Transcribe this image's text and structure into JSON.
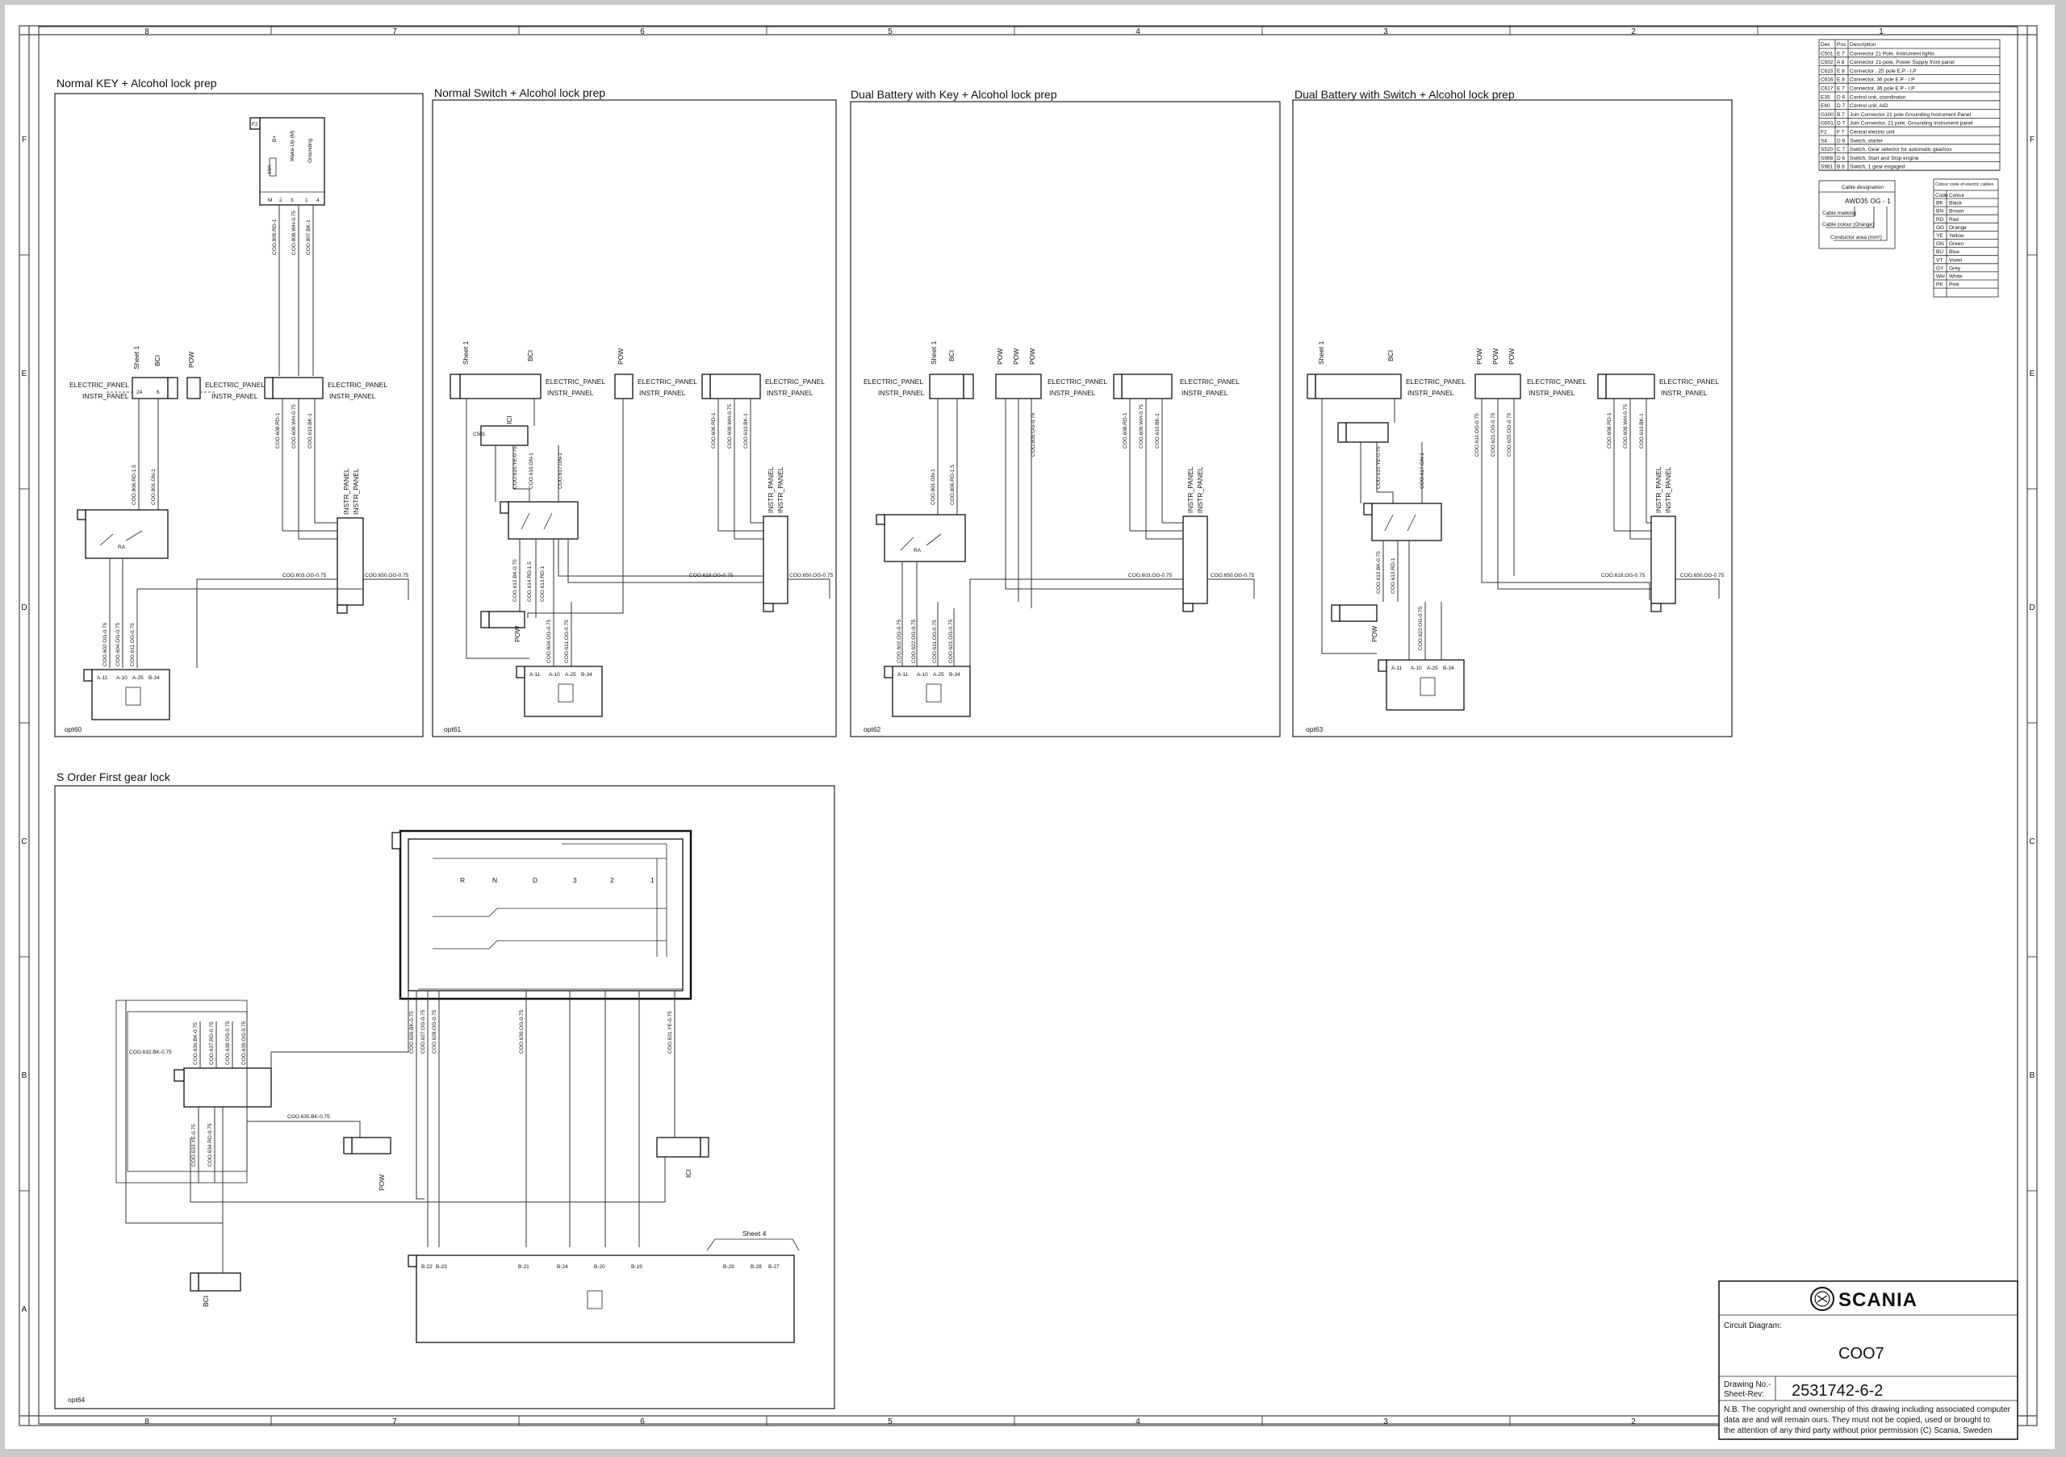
{
  "frame": {
    "columns": [
      "8",
      "7",
      "6",
      "5",
      "4",
      "3",
      "2",
      "1"
    ],
    "rows": [
      "F",
      "E",
      "D",
      "C",
      "B",
      "A"
    ]
  },
  "panels": {
    "p60": {
      "title": "Normal KEY + Alcohol lock prep",
      "opt": "opt60"
    },
    "p61": {
      "title": "Normal Switch + Alcohol lock prep",
      "opt": "opt61"
    },
    "p62": {
      "title": "Dual Battery with Key + Alcohol lock prep",
      "opt": "opt62"
    },
    "p63": {
      "title": "Dual Battery with Switch + Alcohol lock prep",
      "opt": "opt63"
    },
    "p64": {
      "title": "S Order First gear lock",
      "opt": "opt64"
    }
  },
  "labels": {
    "electric_panel": "ELECTRIC_PANEL",
    "instr_panel": "INSTR_PANEL",
    "sheet1": "Sheet 1",
    "sheet4": "Sheet 4",
    "bci": "BCI",
    "pow": "POW",
    "ici": "ICI",
    "bplus": "B+",
    "wakeup": "Wake-Up (M)",
    "grounding": "Grounding",
    "fuse": "10A",
    "ra": "RA",
    "gear_positions": [
      "R",
      "N",
      "D",
      "3",
      "2",
      "1"
    ]
  },
  "connectors": {
    "c501": "C501",
    "c502": "C502",
    "c615": "C615",
    "c616": "C616",
    "c617": "C617",
    "e35": "E35",
    "e60": "E60",
    "g300": "G300",
    "g501": "G501",
    "f2": "F2",
    "s4": "S4",
    "s520": "S520",
    "s988": "S988",
    "s981": "S981"
  },
  "pins": {
    "coo_a": [
      "A-11",
      "A-10",
      "A-25",
      "B-34"
    ],
    "e35_bottom": [
      "B-22",
      "B-23",
      "B-21",
      "B-24",
      "B-20",
      "B-19",
      "B-29",
      "B-28",
      "B-27"
    ],
    "p60_c615": [
      "24",
      "6"
    ],
    "p60_f2": [
      "M",
      "2",
      "3",
      "1",
      "4"
    ]
  },
  "wires": {
    "p60": [
      "COO.805.RD-1",
      "COO.808.WH-0.75",
      "COO.807.BK-1",
      "COO.806.RD-1.5",
      "COO.801.GN-1",
      "COO.608.RD-1",
      "COO.609.WH-0.75",
      "COO.610.BK-1",
      "COO.603.OG-0.75",
      "COO.650.OG-0.75",
      "COO.602.OG-0.75",
      "COO.604.OG-0.75",
      "COO.611.OG-0.75"
    ],
    "p61": [
      "COO.615.YE-0.75",
      "COO.616.GN-1",
      "COO.617.GN-1",
      "COO.612.BK-0.75",
      "COO.614.RD-1.5",
      "COO.613.RD-1",
      "COO.604.OG-0.75",
      "COO.611.OG-0.75",
      "COO.606.RD-1",
      "COO.609.WH-0.75",
      "COO.610.BK-1",
      "COO.618.OG-0.75",
      "COO.650.OG-0.75"
    ],
    "p62": [
      "COO.801.GN-1",
      "COO.806.RD-1.5",
      "COO.805.OG-0.75",
      "COO.608.RD-1",
      "COO.609.WH-0.75",
      "COO.610.BK-1",
      "COO.603.OG-0.75",
      "COO.650.OG-0.75",
      "COO.602.OG-0.75",
      "COO.622.OG-0.75",
      "COO.611.OG-0.75",
      "COO.621.OG-0.75"
    ],
    "p63": [
      "COO.615.YE-0.75",
      "COO.617.GN-1",
      "COO.611.OG-0.75",
      "COO.621.OG-0.75",
      "COO.625.OG-0.75",
      "COO.612.BK-0.75",
      "COO.613.RD-1",
      "COO.608.RD-1",
      "COO.609.WH-0.75",
      "COO.610.BK-1",
      "COO.618.OG-0.75",
      "COO.650.OG-0.75",
      "COO.622.OG-0.75"
    ],
    "p64": [
      "COO.632.BK-0.75",
      "COO.636.BK-0.75",
      "COO.637.RD-0.75",
      "COO.638.OG-0.75",
      "COO.639.OG-0.75",
      "COO.635.BK-0.75",
      "COO.633.YE-0.75",
      "COO.634.RD-0.75",
      "COO.626.BK-0.75",
      "COO.627.OG-0.75",
      "COO.628.OG-0.75",
      "COO.630.OG-0.75",
      "COO.631.YE-0.75"
    ]
  },
  "component_table": {
    "headers": [
      "Des",
      "Pos",
      "Description"
    ],
    "rows": [
      [
        "C501",
        "E 7",
        "Connector 21 Pole, Instrument lights"
      ],
      [
        "C502",
        "A 8",
        "Connector 21-pole, Power Supply front panel"
      ],
      [
        "C615",
        "E 8",
        "Connector , 25 pole E.P - I.P"
      ],
      [
        "C616",
        "E 8",
        "Connector, 36 pole E.P - I.P"
      ],
      [
        "C617",
        "E 7",
        "Connector, 36 pole E.P - I.P"
      ],
      [
        "E35",
        "D 6",
        "Control unit, coordinator"
      ],
      [
        "E60",
        "D 7",
        "Control unit, AID"
      ],
      [
        "G300",
        "B 7",
        "Join Connector 21 pole Grounding Instrument Panel"
      ],
      [
        "G501",
        "D 7",
        "Join Connector, 21 pole, Grounding Instrument panel"
      ],
      [
        "F2",
        "F 7",
        "Central electric unit"
      ],
      [
        "S4",
        "D 8",
        "Switch, starter"
      ],
      [
        "S520",
        "C 7",
        "Switch, Gear selector for automatic gearbox"
      ],
      [
        "S988",
        "D 6",
        "Switch, Start and Stop engine"
      ],
      [
        "S981",
        "B 8",
        "Switch, 1 gear engaged"
      ]
    ]
  },
  "cable_designation": {
    "title": "Cable designation",
    "example": "AWD35 OG - 1",
    "notes": [
      "Cable marking",
      "Cable colour (Orange)",
      "Conductor area (mm²)"
    ]
  },
  "colour_codes": {
    "title": "Colour code of electric cables",
    "headers": [
      "Code",
      "Colour"
    ],
    "rows": [
      [
        "BK",
        "Black"
      ],
      [
        "BN",
        "Brown"
      ],
      [
        "RD",
        "Red"
      ],
      [
        "OG",
        "Orange"
      ],
      [
        "YE",
        "Yellow"
      ],
      [
        "GN",
        "Green"
      ],
      [
        "BU",
        "Blue"
      ],
      [
        "VT",
        "Violet"
      ],
      [
        "GY",
        "Grey"
      ],
      [
        "WH",
        "White"
      ],
      [
        "PK",
        "Pink"
      ]
    ]
  },
  "title_block": {
    "brand": "SCANIA",
    "circuit_label": "Circuit Diagram:",
    "circuit_value": "COO7",
    "drawing_label_1": "Drawing No.-",
    "drawing_label_2": "Sheet-Rev:",
    "drawing_value": "2531742-6-2",
    "note_lines": [
      "N.B. The copyright and ownership of this drawing including associated computer",
      "data are and will remain ours. They must not be copied, used or brought to",
      "the attention of any third party without prior permission (C) Scania, Sweden"
    ]
  }
}
